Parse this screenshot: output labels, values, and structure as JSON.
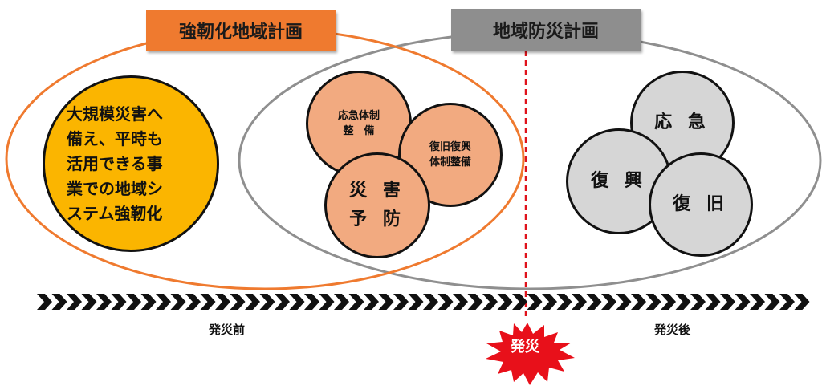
{
  "headers": {
    "resilience_plan": "強靭化地域計画",
    "disaster_plan": "地域防災計画"
  },
  "big_circle": {
    "lines": [
      "大規模災害へ",
      "備え、平時も",
      "活用できる事",
      "業での地域シ",
      "ステム強靭化"
    ]
  },
  "peach_circles": {
    "emergency_system": [
      "応急体制",
      "整　備"
    ],
    "recovery_system": [
      "復旧復興",
      "体制整備"
    ],
    "prevention": [
      "災 害",
      "予 防"
    ]
  },
  "gray_circles": {
    "emergency": "応 急",
    "reconstruction": "復 興",
    "recovery": "復 旧"
  },
  "timeline": {
    "before": "発災前",
    "after": "発災後",
    "event": "発災"
  },
  "colors": {
    "orange": "#ef7a2f",
    "yellow": "#fbb500",
    "peach": "#f2aa80",
    "gray_header": "#8e8e8e",
    "gray_circle": "#d6d6d6",
    "dashed_line": "#e0121b",
    "burst": "#e8101a"
  }
}
